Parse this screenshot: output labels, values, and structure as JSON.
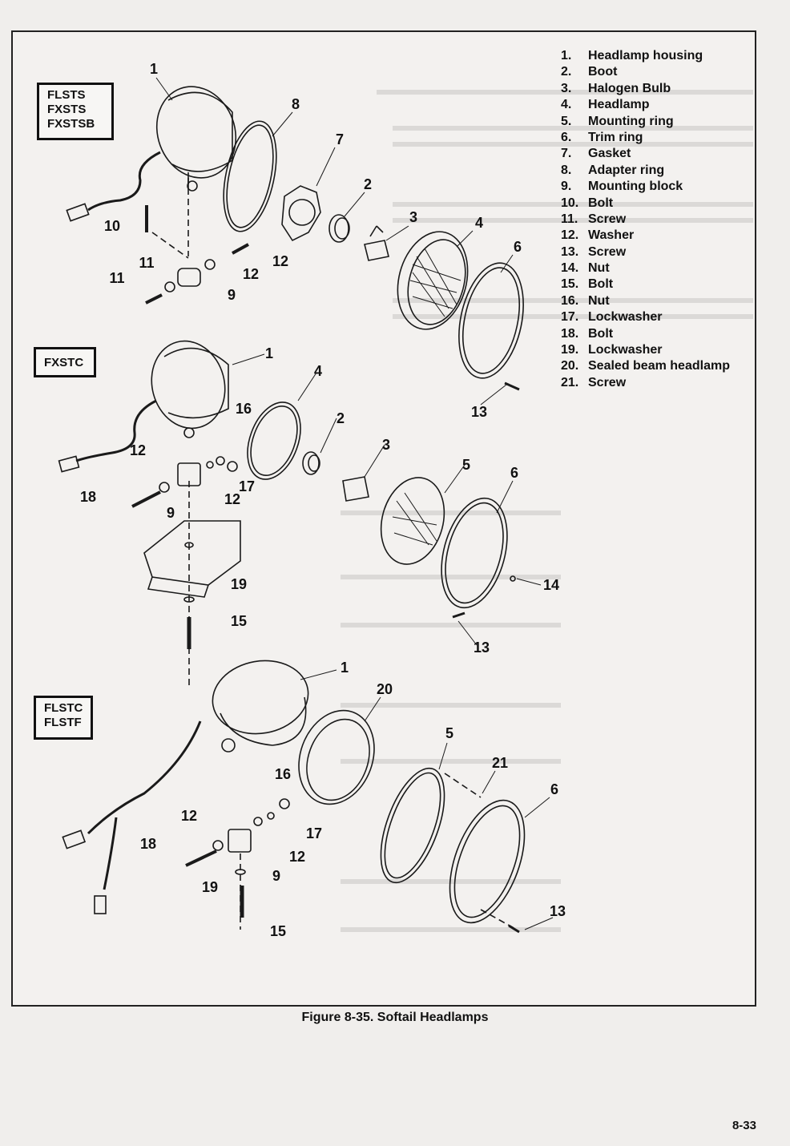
{
  "parts_list": [
    {
      "num": "1.",
      "name": "Headlamp housing"
    },
    {
      "num": "2.",
      "name": "Boot"
    },
    {
      "num": "3.",
      "name": "Halogen Bulb"
    },
    {
      "num": "4.",
      "name": "Headlamp"
    },
    {
      "num": "5.",
      "name": "Mounting ring"
    },
    {
      "num": "6.",
      "name": "Trim ring"
    },
    {
      "num": "7.",
      "name": "Gasket"
    },
    {
      "num": "8.",
      "name": "Adapter ring"
    },
    {
      "num": "9.",
      "name": "Mounting block"
    },
    {
      "num": "10.",
      "name": "Bolt"
    },
    {
      "num": "11.",
      "name": "Screw"
    },
    {
      "num": "12.",
      "name": "Washer"
    },
    {
      "num": "13.",
      "name": "Screw"
    },
    {
      "num": "14.",
      "name": "Nut"
    },
    {
      "num": "15.",
      "name": "Bolt"
    },
    {
      "num": "16.",
      "name": "Nut"
    },
    {
      "num": "17.",
      "name": "Lockwasher"
    },
    {
      "num": "18.",
      "name": "Bolt"
    },
    {
      "num": "19.",
      "name": "Lockwasher"
    },
    {
      "num": "20.",
      "name": "Sealed beam headlamp"
    },
    {
      "num": "21.",
      "name": "Screw"
    }
  ],
  "models": {
    "top": [
      "FLSTS",
      "FXSTS",
      "FXSTSB"
    ],
    "middle": [
      "FXSTC"
    ],
    "bottom": [
      "FLSTC",
      "FLSTF"
    ]
  },
  "callouts": {
    "top": [
      "1",
      "8",
      "7",
      "2",
      "3",
      "4",
      "6",
      "10",
      "11",
      "12",
      "12",
      "11",
      "9",
      "13"
    ],
    "middle": [
      "1",
      "4",
      "16",
      "2",
      "3",
      "5",
      "6",
      "12",
      "17",
      "12",
      "18",
      "9",
      "19",
      "15",
      "14",
      "13"
    ],
    "bottom": [
      "1",
      "20",
      "5",
      "21",
      "6",
      "16",
      "12",
      "17",
      "18",
      "12",
      "9",
      "19",
      "15",
      "13"
    ]
  },
  "caption": "Figure 8-35. Softail Headlamps",
  "page_number": "8-33"
}
